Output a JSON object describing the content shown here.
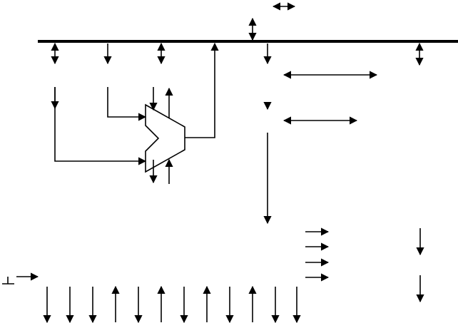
{
  "diagram": {
    "stroke_color": "#000000",
    "background": "#ffffff",
    "components": [
      {
        "name": "main-bus",
        "kind": "bus"
      },
      {
        "name": "alu",
        "kind": "adder-mux-shape"
      }
    ]
  }
}
